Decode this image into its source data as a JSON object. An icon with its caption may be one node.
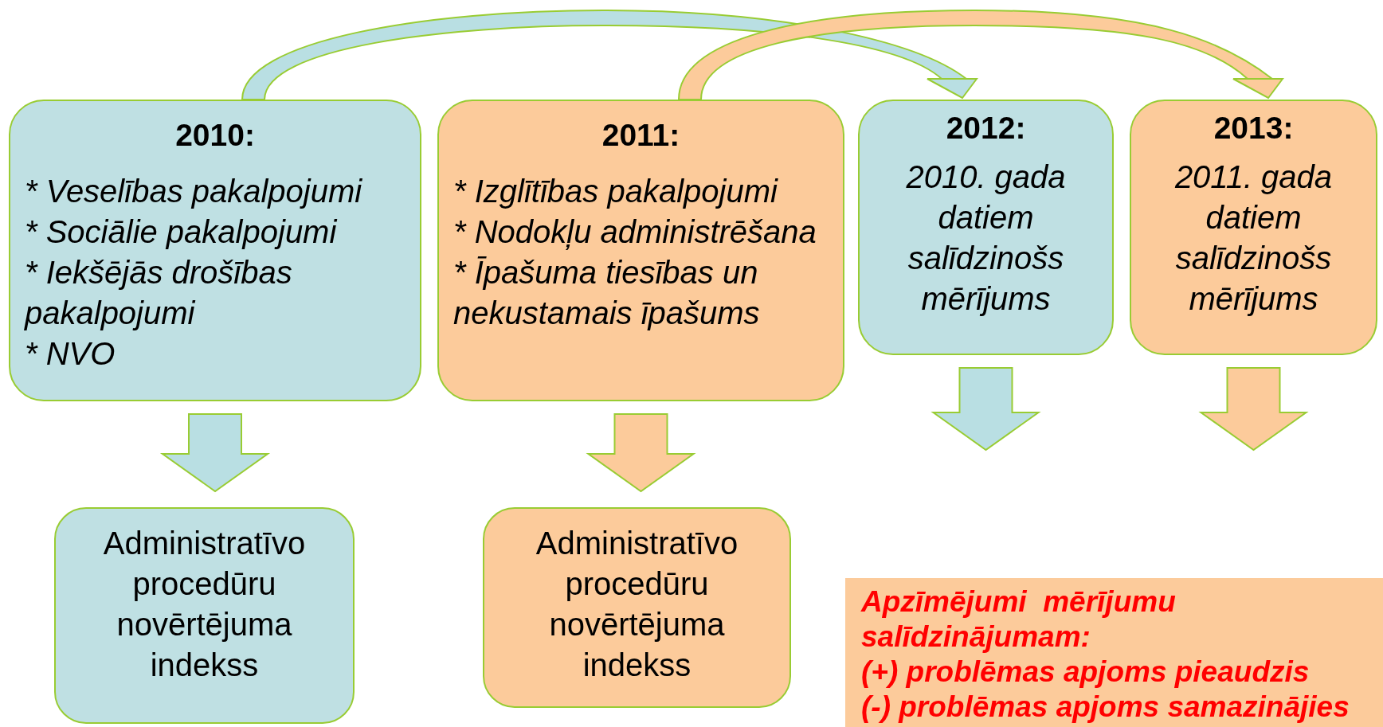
{
  "diagram": {
    "nodes": [
      {
        "text": [
          "2010:",
          "* Veselības pakalpojumi",
          "* Sociālie pakalpojumi",
          "* Iekšējās drošības pakalpojumi",
          "* NVO"
        ]
      },
      {
        "text": [
          "2011:",
          "* Izglītības pakalpojumi",
          "* Nodokļu administrēšana",
          "* Īpašuma tiesības un nekustamais īpašums"
        ]
      },
      {
        "text": [
          "2012:",
          "2010. gada datiem salīdzinošs mērījums"
        ]
      },
      {
        "text": [
          "2013:",
          "2011. gada datiem salīdzinošs mērījums"
        ]
      },
      {
        "text": [
          "Administratīvo procedūru novērtējuma indekss"
        ]
      },
      {
        "text": [
          "Administratīvo procedūru novērtējuma indekss"
        ]
      },
      {
        "text": [
          "Apzīmējumi  mērījumu salīdzinājumam:",
          "(+) problēmas apjoms pieaudzis",
          "(-) problēmas apjoms samazinājies"
        ]
      }
    ],
    "edges": [
      {
        "from": 0,
        "to": 2,
        "arrow": "to",
        "color": "#b9dfe3"
      },
      {
        "from": 1,
        "to": 3,
        "arrow": "to",
        "color": "#fccb9b"
      },
      {
        "from": 0,
        "to": 4,
        "arrow": "to",
        "color": "#b9dfe3"
      },
      {
        "from": 1,
        "to": 5,
        "arrow": "to",
        "color": "#fccb9b"
      },
      {
        "from": 2,
        "to": null,
        "arrow": "to",
        "color": "#b9dfe3"
      },
      {
        "from": 3,
        "to": null,
        "arrow": "to",
        "color": "#fccb9b"
      }
    ]
  }
}
